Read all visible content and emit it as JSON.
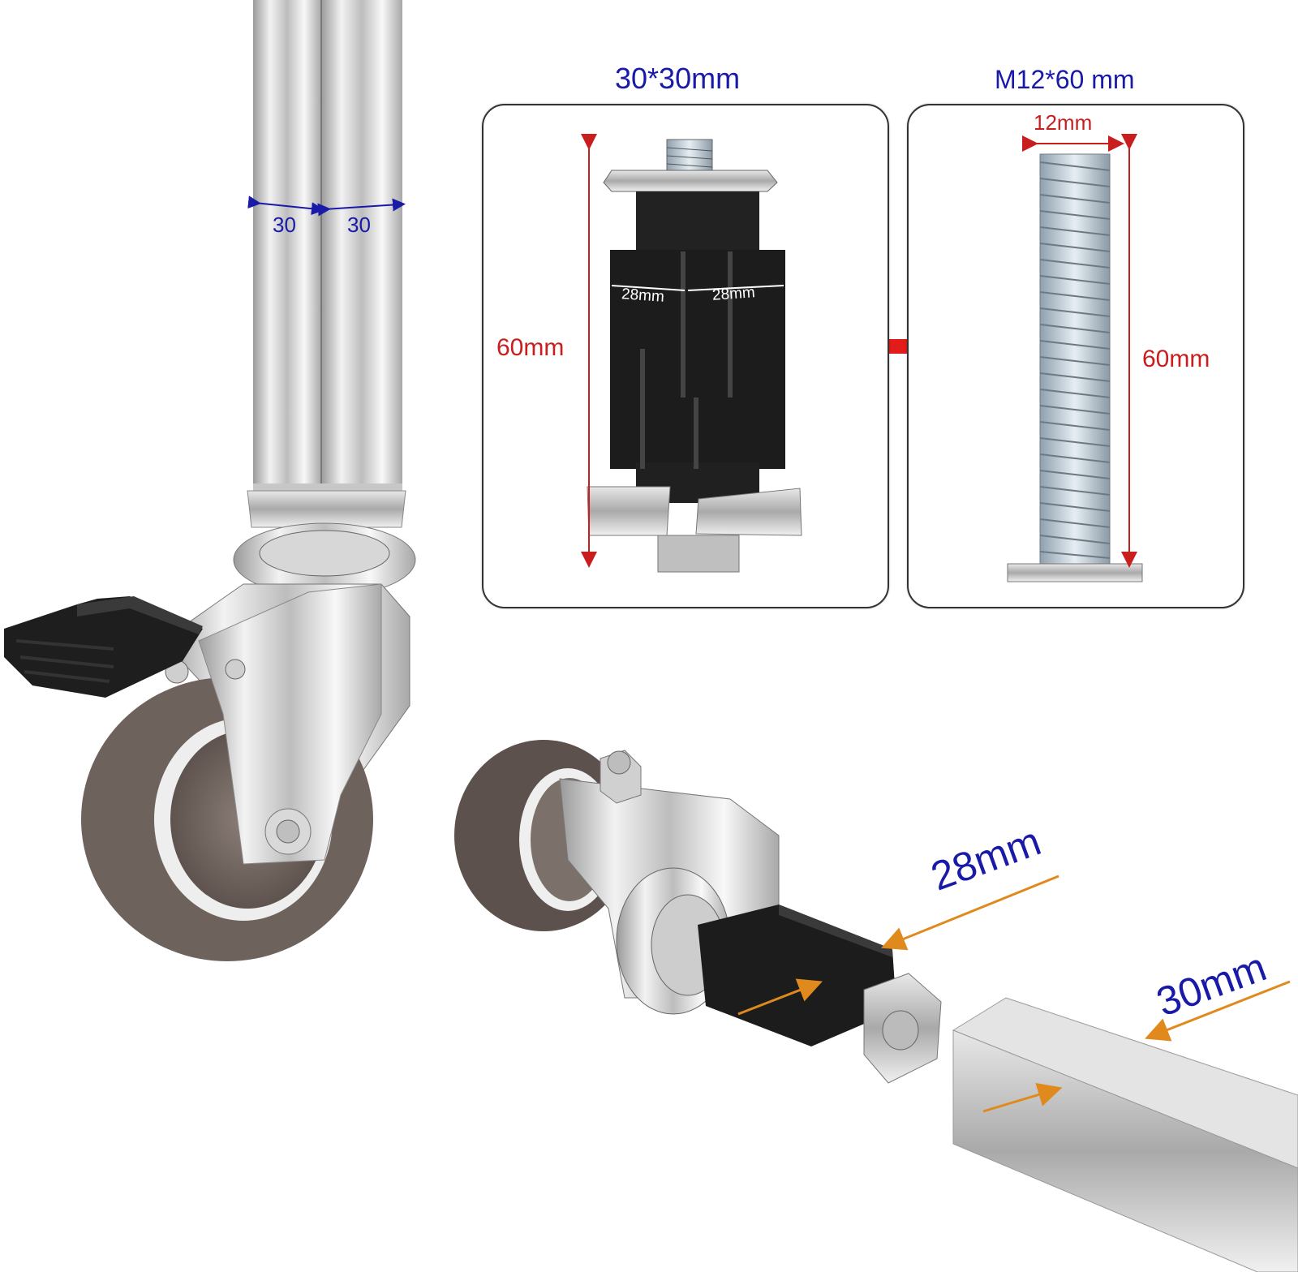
{
  "labels": {
    "tube_width_left": "30",
    "tube_width_right": "30",
    "insert_title": "30*30mm",
    "insert_width_left": "28mm",
    "insert_width_right": "28mm",
    "insert_height": "60mm",
    "bolt_title": "M12*60 mm",
    "bolt_diameter": "12mm",
    "bolt_height": "60mm",
    "insert_callout": "28mm",
    "tube_callout": "30mm"
  },
  "colors": {
    "dimension_blue": "#1a1aa8",
    "dimension_red": "#c81e1e",
    "callout_orange": "#e08a1e",
    "wheel_tread": "#6e625d",
    "insert_black": "#1c1c1c"
  },
  "icons": [
    "double-arrow-icon"
  ]
}
